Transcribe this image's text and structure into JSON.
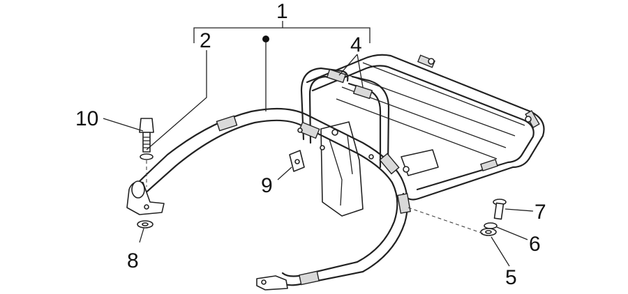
{
  "diagram": {
    "callouts": {
      "c1": "1",
      "c2": "2",
      "c4": "4",
      "c5": "5",
      "c6": "6",
      "c7": "7",
      "c8": "8",
      "c9": "9",
      "c10": "10"
    }
  }
}
